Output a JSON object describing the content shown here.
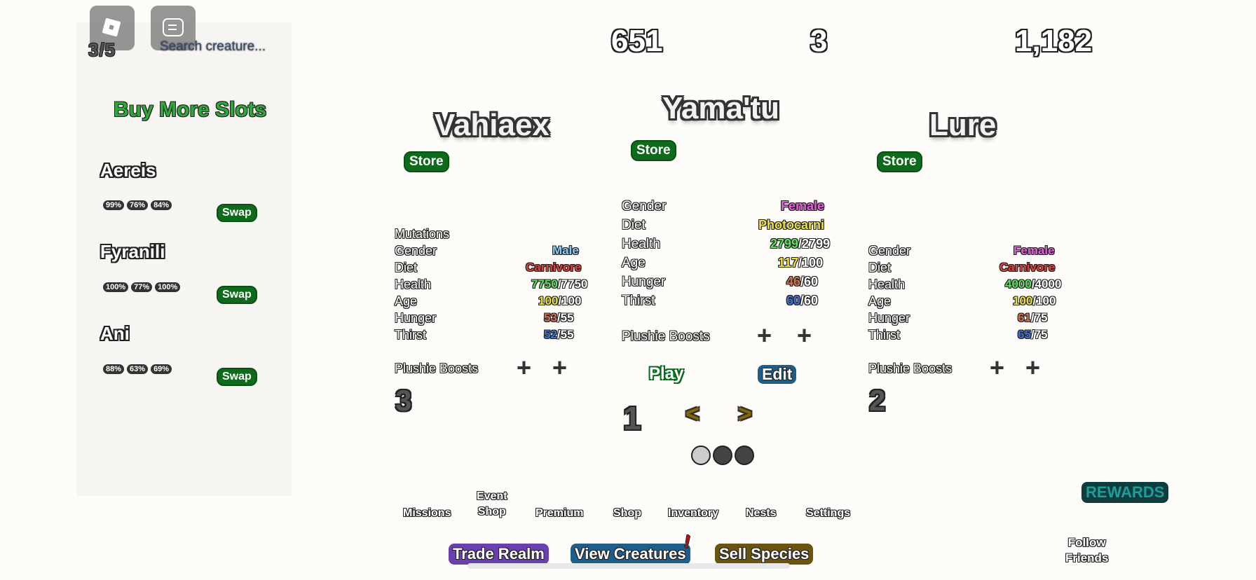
{
  "topbar": {
    "slots_count": "3/5",
    "search_placeholder": "Search creature..."
  },
  "sidebar": {
    "buy_slots_label": "Buy More Slots",
    "swap_label": "Swap",
    "slots": [
      {
        "name": "Aereis",
        "stats": [
          "99%",
          "76%",
          "84%"
        ]
      },
      {
        "name": "Fyranili",
        "stats": [
          "100%",
          "77%",
          "100%"
        ]
      },
      {
        "name": "Ani",
        "stats": [
          "88%",
          "63%",
          "69%"
        ]
      }
    ]
  },
  "currencies": [
    "651",
    "3",
    "1,182"
  ],
  "labels": {
    "store": "Store",
    "mutations": "Mutations",
    "gender": "Gender",
    "diet": "Diet",
    "health": "Health",
    "age": "Age",
    "hunger": "Hunger",
    "thirst": "Thirst",
    "plushie_boosts": "Plushie Boosts",
    "plus": "+"
  },
  "creatures": {
    "left": {
      "name": "Vahiaex",
      "gender": "Male",
      "diet": "Carnivore",
      "health_cur": "7750",
      "health_max": "/7750",
      "age_cur": "100",
      "age_max": "/100",
      "hunger_cur": "53",
      "hunger_max": "/55",
      "thirst_cur": "52",
      "thirst_max": "/55",
      "slot_number": "3"
    },
    "center": {
      "name": "Yama'tu",
      "gender": "Female",
      "diet": "Photocarni",
      "health_cur": "2799",
      "health_max": "/2799",
      "age_cur": "117",
      "age_max": "/100",
      "hunger_cur": "46",
      "hunger_max": "/60",
      "thirst_cur": "60",
      "thirst_max": "/60",
      "slot_number": "1"
    },
    "right": {
      "name": "Lure",
      "gender": "Female",
      "diet": "Carnivore",
      "health_cur": "4000",
      "health_max": "/4000",
      "age_cur": "100",
      "age_max": "/100",
      "hunger_cur": "61",
      "hunger_max": "/75",
      "thirst_cur": "65",
      "thirst_max": "/75",
      "slot_number": "2"
    }
  },
  "actions": {
    "play": "Play",
    "edit": "Edit",
    "prev": "<",
    "next": ">"
  },
  "nav": {
    "missions": "Missions",
    "event_shop_line1": "Event",
    "event_shop_line2": "Shop",
    "premium": "Premium",
    "shop": "Shop",
    "inventory": "Inventory",
    "nests": "Nests",
    "settings": "Settings"
  },
  "rewards": "REWARDS",
  "bottom": {
    "trade_realm": "Trade Realm",
    "view_creatures": "View Creatures",
    "view_creatures_badge": "!",
    "sell_species": "Sell Species",
    "follow_line1": "Follow",
    "follow_line2": "Friends"
  },
  "colors": {
    "male": "#8cc8f0",
    "female": "#e060d8",
    "carnivore": "#e04040",
    "photocarni": "#f0e040",
    "health": "#60e060",
    "age": "#f0e040",
    "hunger": "#d07050",
    "thirst": "#4070d0",
    "store_green": "#0f6b1c",
    "edit_blue": "#1e5e8a",
    "trade_purple": "#6a3fb0",
    "view_blue": "#1e5e8a",
    "sell_brown": "#6b5410"
  }
}
